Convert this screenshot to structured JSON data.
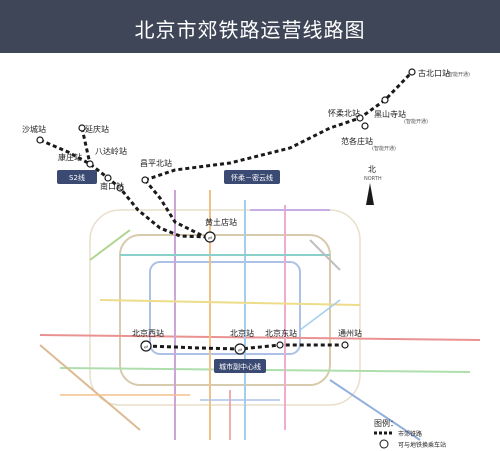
{
  "title": "北京市郊铁路运营线路图",
  "stations": {
    "shacheng": "沙城站",
    "yanqing": "延庆站",
    "kangzhuang": "康庄站",
    "badaling": "八达岭站",
    "nankou": "南口站",
    "changpingbei": "昌平北站",
    "huangtudian": "黄土店站",
    "huairoubei": "怀柔北站",
    "heishansi": "黑山寺站",
    "fanggezhuang": "范各庄站",
    "gubeikou": "古北口站",
    "beijingxi": "北京西站",
    "beijing": "北京站",
    "beijingdong": "北京东站",
    "tongzhou": "通州站"
  },
  "smart_open": "(智能开通)",
  "lines": {
    "s2": "S2线",
    "huairou_miyun": "怀柔－密云线",
    "city_sub_center": "城市副中心线"
  },
  "compass": {
    "label": "北",
    "sub": "NORTH"
  },
  "legend": {
    "title": "图例：",
    "items": [
      "市郊铁路",
      "可与地铁换乘车站"
    ]
  },
  "colors": {
    "header": "#3f4658",
    "rail": "#1a1a1a",
    "label_box": "#3b4a73"
  }
}
